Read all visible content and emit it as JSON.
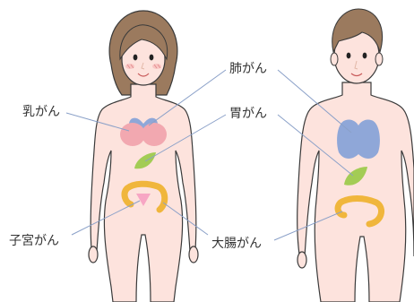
{
  "labels": {
    "breast": "乳がん",
    "lung": "肺がん",
    "stomach": "胃がん",
    "uterus": "子宮がん",
    "colon": "大腸がん"
  },
  "colors": {
    "skin": "#fde3dd",
    "outline": "#3a3a3a",
    "hair": "#9b7a5e",
    "lung": "#8fa7d8",
    "breast": "#f2a8b0",
    "stomach": "#a3cc55",
    "colon": "#f0b63c",
    "uterus": "#f7a6c4",
    "leader": "#8aa0c8",
    "text": "#333333"
  },
  "icons": {
    "female": "female-body-figure",
    "male": "male-body-figure"
  }
}
